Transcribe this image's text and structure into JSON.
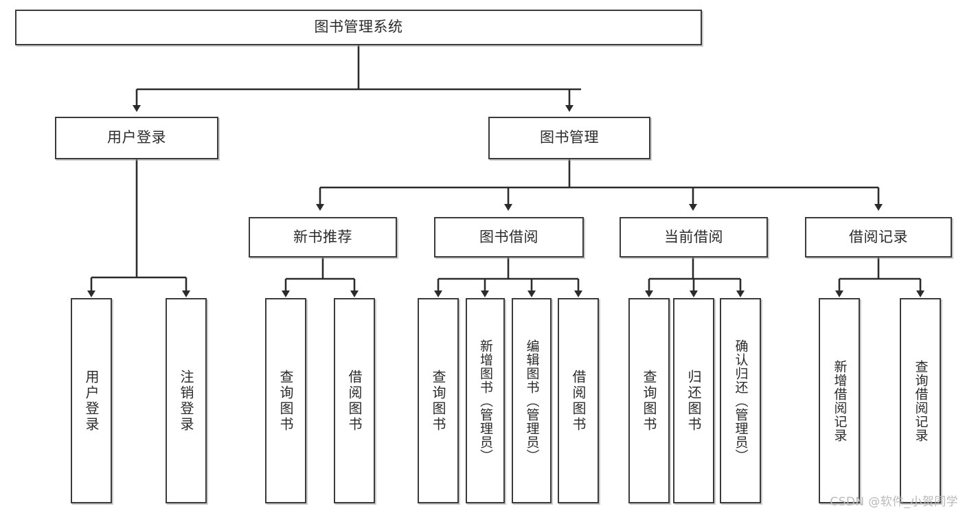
{
  "diagram": {
    "title": "图书管理系统",
    "type": "tree",
    "watermark": "CSDN @软件_小贺同学",
    "colors": {
      "box_border": "#3a3a3a",
      "box_fill": "#ffffff",
      "connector": "#2b2b2b",
      "text": "#2b2b2b",
      "watermark": "#b9b9b9",
      "canvas": "#ffffff"
    },
    "levels": {
      "root": {
        "label": "图书管理系统"
      },
      "level1": [
        {
          "label": "用户登录"
        },
        {
          "label": "图书管理"
        }
      ],
      "level2": [
        {
          "label": "新书推荐",
          "parent": "图书管理"
        },
        {
          "label": "图书借阅",
          "parent": "图书管理"
        },
        {
          "label": "当前借阅",
          "parent": "图书管理"
        },
        {
          "label": "借阅记录",
          "parent": "图书管理"
        }
      ],
      "leaves": [
        {
          "label": "用户登录",
          "parent": "用户登录",
          "orientation": "vertical"
        },
        {
          "label": "注销登录",
          "parent": "用户登录",
          "orientation": "vertical"
        },
        {
          "label": "查询图书",
          "parent": "新书推荐",
          "orientation": "vertical"
        },
        {
          "label": "借阅图书",
          "parent": "新书推荐",
          "orientation": "vertical"
        },
        {
          "label": "查询图书",
          "parent": "图书借阅",
          "orientation": "vertical"
        },
        {
          "label": "新增图书（管理员）",
          "parent": "图书借阅",
          "orientation": "vertical"
        },
        {
          "label": "编辑图书（管理员）",
          "parent": "图书借阅",
          "orientation": "vertical"
        },
        {
          "label": "借阅图书",
          "parent": "图书借阅",
          "orientation": "vertical"
        },
        {
          "label": "查询图书",
          "parent": "当前借阅",
          "orientation": "vertical"
        },
        {
          "label": "归还图书",
          "parent": "当前借阅",
          "orientation": "vertical"
        },
        {
          "label": "确认归还（管理员）",
          "parent": "当前借阅",
          "orientation": "vertical"
        },
        {
          "label": "新增借阅记录",
          "parent": "借阅记录",
          "orientation": "vertical"
        },
        {
          "label": "查询借阅记录",
          "parent": "借阅记录",
          "orientation": "vertical"
        }
      ]
    }
  }
}
